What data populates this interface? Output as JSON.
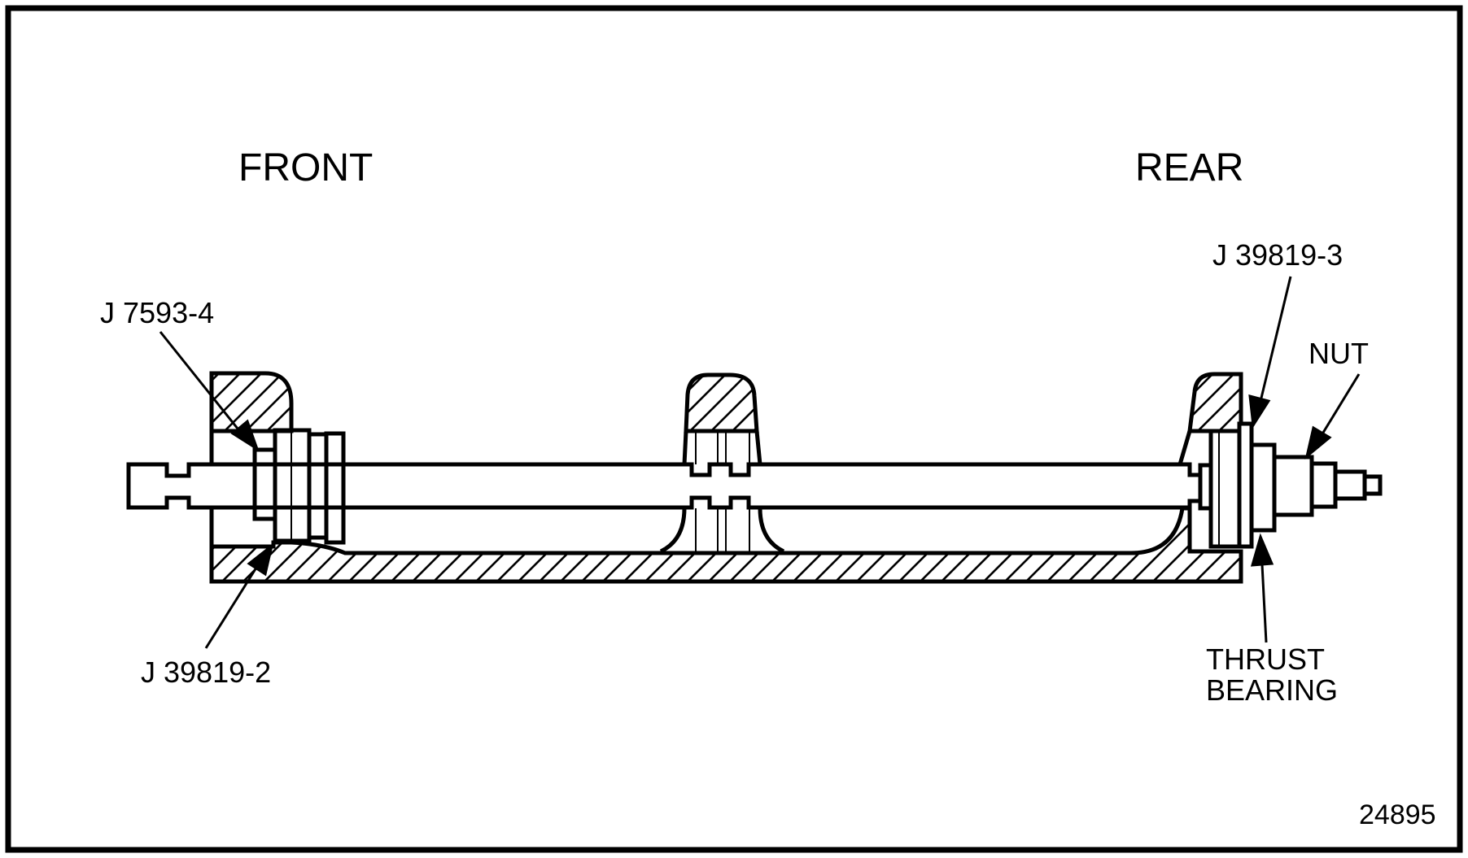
{
  "diagram": {
    "figure_number": "24895",
    "labels": {
      "front": "FRONT",
      "rear": "REAR"
    },
    "callouts": {
      "front_seal_installer": "J 7593-4",
      "front_pilot_tool": "J 39819-2",
      "rear_pilot_tool": "J 39819-3",
      "nut": "NUT",
      "thrust_bearing": {
        "line1": "THRUST",
        "line2": "BEARING"
      }
    },
    "colors": {
      "line": "#000000",
      "background": "#ffffff"
    }
  }
}
